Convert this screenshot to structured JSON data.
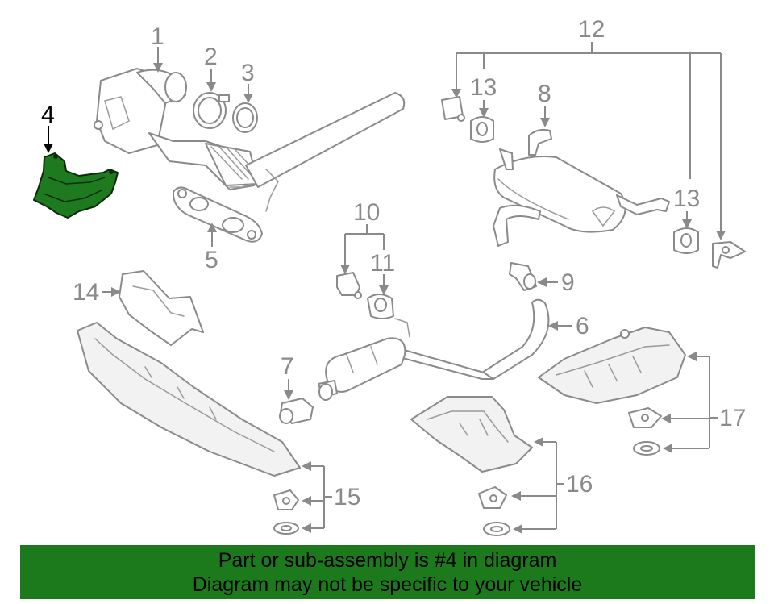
{
  "diagram": {
    "highlighted_part": "4",
    "highlight_color": "#1e7a1e",
    "callouts": {
      "c1": "1",
      "c2": "2",
      "c3": "3",
      "c4": "4",
      "c5": "5",
      "c6": "6",
      "c7": "7",
      "c8": "8",
      "c9": "9",
      "c10": "10",
      "c11": "11",
      "c12": "12",
      "c13a": "13",
      "c13b": "13",
      "c14": "14",
      "c15": "15",
      "c16": "16",
      "c17": "17"
    }
  },
  "banner": {
    "line1": "Part or sub-assembly is #4 in diagram",
    "line2": "Diagram may not be specific to your vehicle",
    "background": "#1c7a1c"
  }
}
